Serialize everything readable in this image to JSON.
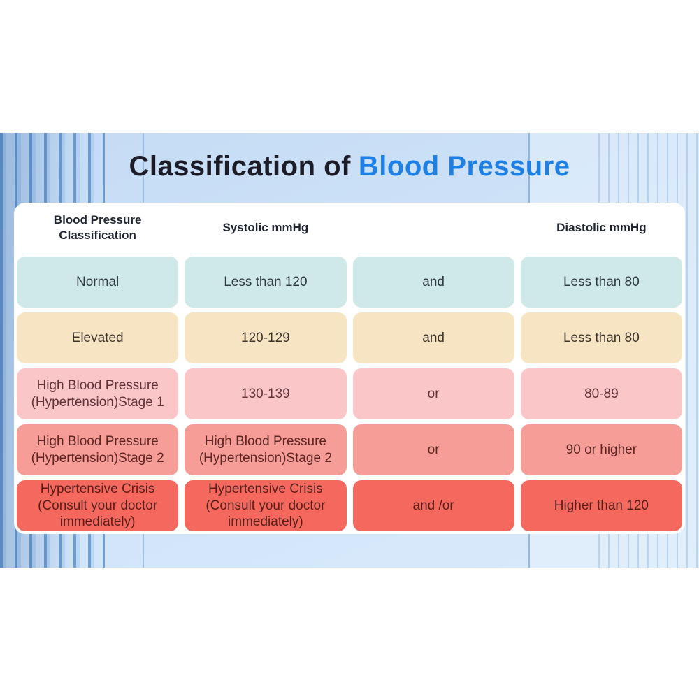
{
  "title": {
    "prefix": "Classification of",
    "highlight": "Blood Pressure"
  },
  "colors": {
    "accent_blue": "#1e80e4",
    "title_text": "#1c1c28",
    "band_background": "#cfe3f8",
    "stripe_blue": "#2f6eb4",
    "panel_background": "#ffffff",
    "header_text": "#1f2430"
  },
  "table": {
    "column_keys": [
      "classification",
      "systolic",
      "connector",
      "diastolic"
    ],
    "headers": [
      "Blood Pressure\nClassification",
      "Systolic mmHg",
      "",
      "Diastolic mmHg"
    ],
    "rows": [
      {
        "name": "normal",
        "bg": "#cfe9e8",
        "text_color": "#2f3a40",
        "cells": [
          "Normal",
          "Less than 120",
          "and",
          "Less than 80"
        ]
      },
      {
        "name": "elevated",
        "bg": "#f6e4c2",
        "text_color": "#3d352c",
        "cells": [
          "Elevated",
          "120-129",
          "and",
          "Less than 80"
        ]
      },
      {
        "name": "hypertension-stage-1",
        "bg": "#fbc6c8",
        "text_color": "#5f3338",
        "cells": [
          "High Blood Pressure\n(Hypertension)Stage 1",
          "130-139",
          "or",
          "80-89"
        ]
      },
      {
        "name": "hypertension-stage-2",
        "bg": "#f59d96",
        "text_color": "#5c2524",
        "cells": [
          "High Blood Pressure\n(Hypertension)Stage 2",
          "High Blood Pressure\n(Hypertension)Stage 2",
          "or",
          "90 or higher"
        ]
      },
      {
        "name": "hypertensive-crisis",
        "bg": "#f4685e",
        "text_color": "#571f1c",
        "cells": [
          "Hypertensive Crisis\n(Consult your doctor\nimmediately)",
          "Hypertensive Crisis\n(Consult your doctor\nimmediately)",
          "and /or",
          "Higher than 120"
        ]
      }
    ]
  },
  "chart_data": {
    "type": "table",
    "title": "Classification of Blood Pressure",
    "columns": [
      "Blood Pressure Classification",
      "Systolic mmHg",
      "",
      "Diastolic mmHg"
    ],
    "rows": [
      [
        "Normal",
        "Less than 120",
        "and",
        "Less than 80"
      ],
      [
        "Elevated",
        "120-129",
        "and",
        "Less than 80"
      ],
      [
        "High Blood Pressure (Hypertension)Stage 1",
        "130-139",
        "or",
        "80-89"
      ],
      [
        "High Blood Pressure (Hypertension)Stage 2",
        "High Blood Pressure (Hypertension)Stage 2",
        "or",
        "90 or higher"
      ],
      [
        "Hypertensive Crisis (Consult your doctor immediately)",
        "Hypertensive Crisis (Consult your doctor immediately)",
        "and /or",
        "Higher than 120"
      ]
    ]
  }
}
